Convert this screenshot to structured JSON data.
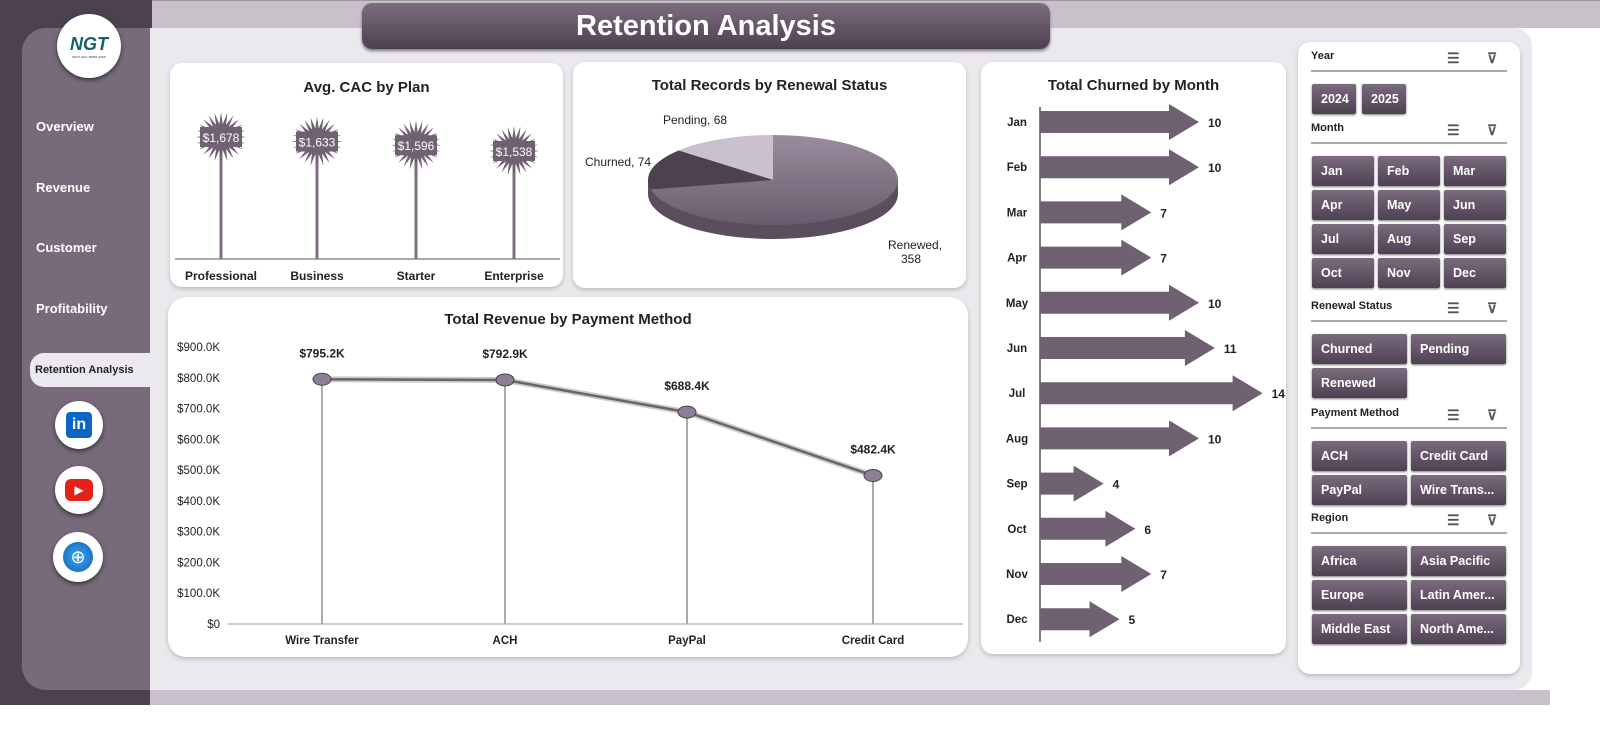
{
  "title": "Retention Analysis",
  "logo": {
    "text": "NGT",
    "subtext": "NEXT GEN TEMPLATES"
  },
  "nav": [
    "Overview",
    "Revenue",
    "Customer",
    "Profitability",
    "Retention Analysis"
  ],
  "social": [
    "linkedin-icon",
    "youtube-icon",
    "globe-icon"
  ],
  "colors": {
    "primary": "#6f6072",
    "dark": "#4b4150",
    "light_slice": "#c9c2cc",
    "background": "#ebe9ed"
  },
  "cac": {
    "title": "Avg. CAC by Plan",
    "chart_data": {
      "type": "bar",
      "categories": [
        "Professional",
        "Business",
        "Starter",
        "Enterprise"
      ],
      "values": [
        1678,
        1633,
        1596,
        1538
      ],
      "labels": [
        "$1,678",
        "$1,633",
        "$1,596",
        "$1,538"
      ]
    }
  },
  "renewal": {
    "title": "Total Records by Renewal Status",
    "chart_data": {
      "type": "pie",
      "categories": [
        "Pending",
        "Churned",
        "Renewed"
      ],
      "values": [
        68,
        74,
        358
      ],
      "labels": [
        "Pending, 68",
        "Churned, 74",
        "Renewed,",
        "358"
      ]
    }
  },
  "revenue": {
    "title": "Total Revenue by Payment Method",
    "chart_data": {
      "type": "line",
      "categories": [
        "Wire Transfer",
        "ACH",
        "PayPal",
        "Credit Card"
      ],
      "values": [
        795.2,
        792.9,
        688.4,
        482.4
      ],
      "labels": [
        "$795.2K",
        "$792.9K",
        "$688.4K",
        "$482.4K"
      ],
      "ylim": [
        0,
        900
      ],
      "yticks": [
        "$0",
        "$100.0K",
        "$200.0K",
        "$300.0K",
        "$400.0K",
        "$500.0K",
        "$600.0K",
        "$700.0K",
        "$800.0K",
        "$900.0K"
      ]
    }
  },
  "churn": {
    "title": "Total Churned by Month",
    "chart_data": {
      "type": "bar",
      "orientation": "horizontal",
      "categories": [
        "Jan",
        "Feb",
        "Mar",
        "Apr",
        "May",
        "Jun",
        "Jul",
        "Aug",
        "Sep",
        "Oct",
        "Nov",
        "Dec"
      ],
      "values": [
        10,
        10,
        7,
        7,
        10,
        11,
        14,
        10,
        4,
        6,
        7,
        5
      ]
    }
  },
  "slicers": [
    {
      "title": "Year",
      "items": [
        "2024",
        "2025"
      ]
    },
    {
      "title": "Month",
      "items": [
        "Jan",
        "Feb",
        "Mar",
        "Apr",
        "May",
        "Jun",
        "Jul",
        "Aug",
        "Sep",
        "Oct",
        "Nov",
        "Dec"
      ]
    },
    {
      "title": "Renewal Status",
      "items": [
        "Churned",
        "Pending",
        "Renewed"
      ]
    },
    {
      "title": "Payment Method",
      "items": [
        "ACH",
        "Credit Card",
        "PayPal",
        "Wire Trans..."
      ]
    },
    {
      "title": "Region",
      "items": [
        "Africa",
        "Asia Pacific",
        "Europe",
        "Latin Amer...",
        "Middle East",
        "North Ame..."
      ]
    }
  ]
}
